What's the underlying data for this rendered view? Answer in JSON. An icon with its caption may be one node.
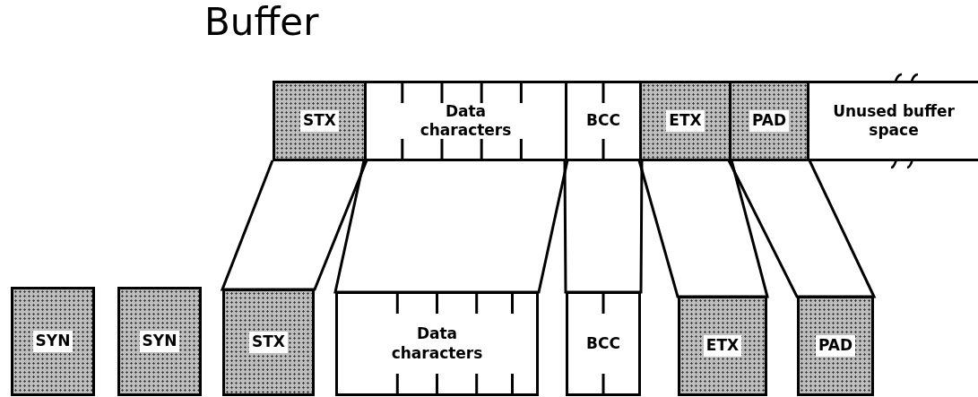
{
  "diagram": {
    "nodes": [
      {
        "text": [
          "Buffer"
        ]
      },
      {
        "text": [
          "STX"
        ],
        "in": 0
      },
      {
        "text": [
          "Data characters"
        ],
        "in": 0
      },
      {
        "text": [
          "BCC"
        ],
        "in": 0
      },
      {
        "text": [
          "ETX"
        ],
        "in": 0
      },
      {
        "text": [
          "PAD"
        ],
        "in": 0
      },
      {
        "text": [
          "Unused buffer space"
        ],
        "in": 0
      },
      {
        "text": [
          "SYN"
        ]
      },
      {
        "text": [
          "SYN"
        ]
      },
      {
        "text": [
          "STX"
        ]
      },
      {
        "text": [
          "Data characters"
        ]
      },
      {
        "text": [
          "BCC"
        ]
      },
      {
        "text": [
          "ETX"
        ]
      },
      {
        "text": [
          "PAD"
        ]
      }
    ],
    "edges": [
      {
        "from": 1,
        "to": 9,
        "arrow": "none"
      },
      {
        "from": 2,
        "to": 10,
        "arrow": "none"
      },
      {
        "from": 3,
        "to": 11,
        "arrow": "none"
      },
      {
        "from": 4,
        "to": 12,
        "arrow": "none"
      },
      {
        "from": 5,
        "to": 13,
        "arrow": "none"
      }
    ]
  }
}
